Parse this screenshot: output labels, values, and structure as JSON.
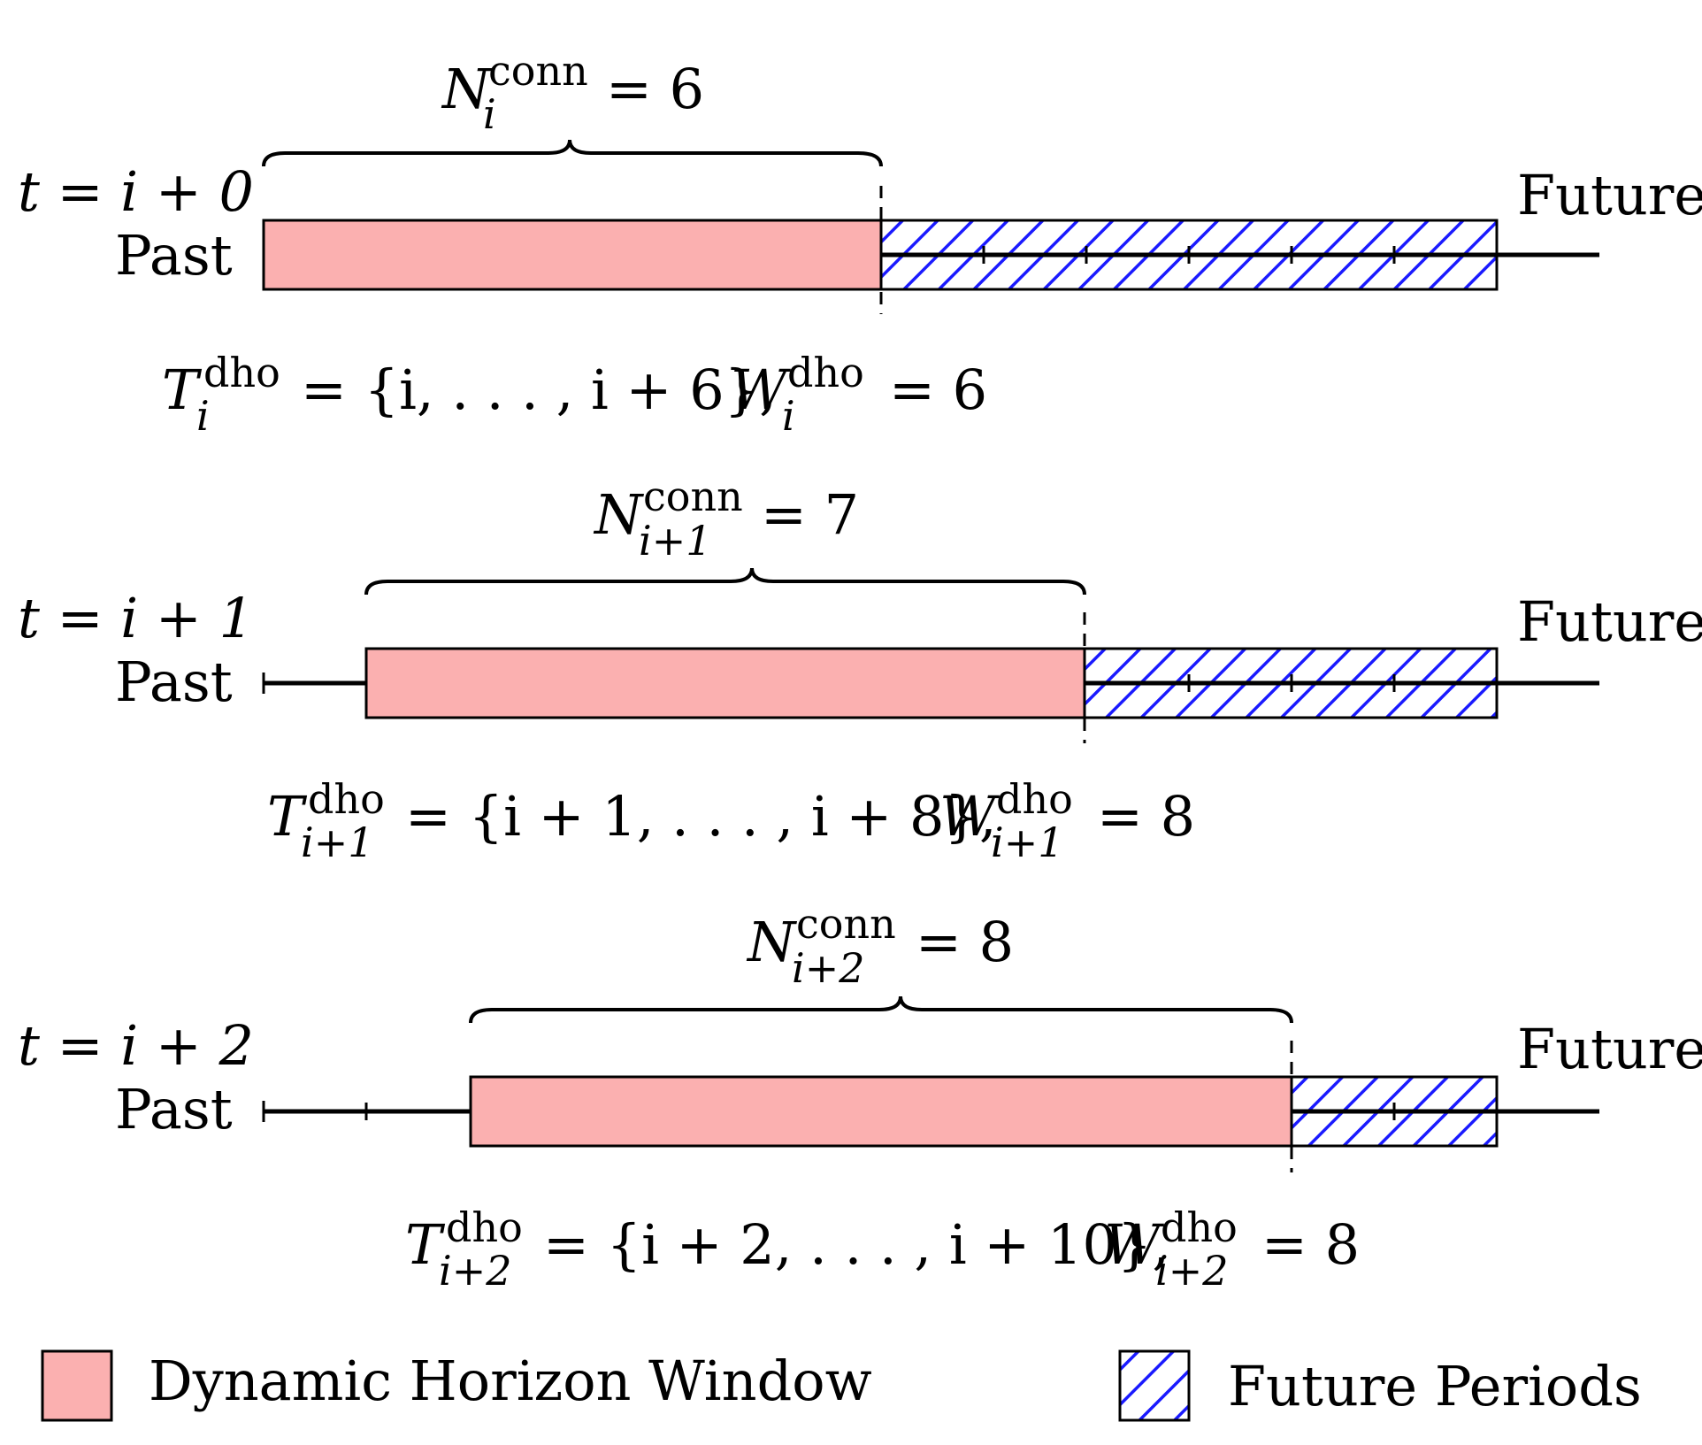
{
  "colors": {
    "window_fill": "#fbb0b0",
    "future_hatch": "#1a1aff",
    "line": "#000000"
  },
  "rows": [
    {
      "t_label": "t = i + 0",
      "past_label": "Past",
      "future_label": "Future",
      "n_conn": {
        "base": "N",
        "sup": "conn",
        "sub": "i",
        "rhs": "= 6"
      },
      "set_formula": {
        "t_sup": "dho",
        "t_sub": "i",
        "set": "= {i, . . . , i + 6},",
        "w_sup": "dho",
        "w_sub": "i",
        "w_rhs": "= 6"
      },
      "axis_start_period": 0,
      "window_start_period": 0,
      "window_end_period": 6,
      "future_end_period": 12
    },
    {
      "t_label": "t = i + 1",
      "past_label": "Past",
      "future_label": "Future",
      "n_conn": {
        "base": "N",
        "sup": "conn",
        "sub": "i+1",
        "rhs": "= 7"
      },
      "set_formula": {
        "t_sup": "dho",
        "t_sub": "i+1",
        "set": "= {i + 1, . . . , i + 8},",
        "w_sup": "dho",
        "w_sub": "i+1",
        "w_rhs": "= 8"
      },
      "axis_start_period": 0,
      "window_start_period": 1,
      "window_end_period": 8,
      "future_end_period": 12
    },
    {
      "t_label": "t = i + 2",
      "past_label": "Past",
      "future_label": "Future",
      "n_conn": {
        "base": "N",
        "sup": "conn",
        "sub": "i+2",
        "rhs": "= 8"
      },
      "set_formula": {
        "t_sup": "dho",
        "t_sub": "i+2",
        "set": "= {i + 2, . . . , i + 10},",
        "w_sup": "dho",
        "w_sub": "i+2",
        "w_rhs": "= 8"
      },
      "axis_start_period": 0,
      "window_start_period": 2,
      "window_end_period": 10,
      "future_end_period": 12
    }
  ],
  "legend": {
    "window_label": "Dynamic Horizon Window",
    "future_label": "Future Periods"
  }
}
